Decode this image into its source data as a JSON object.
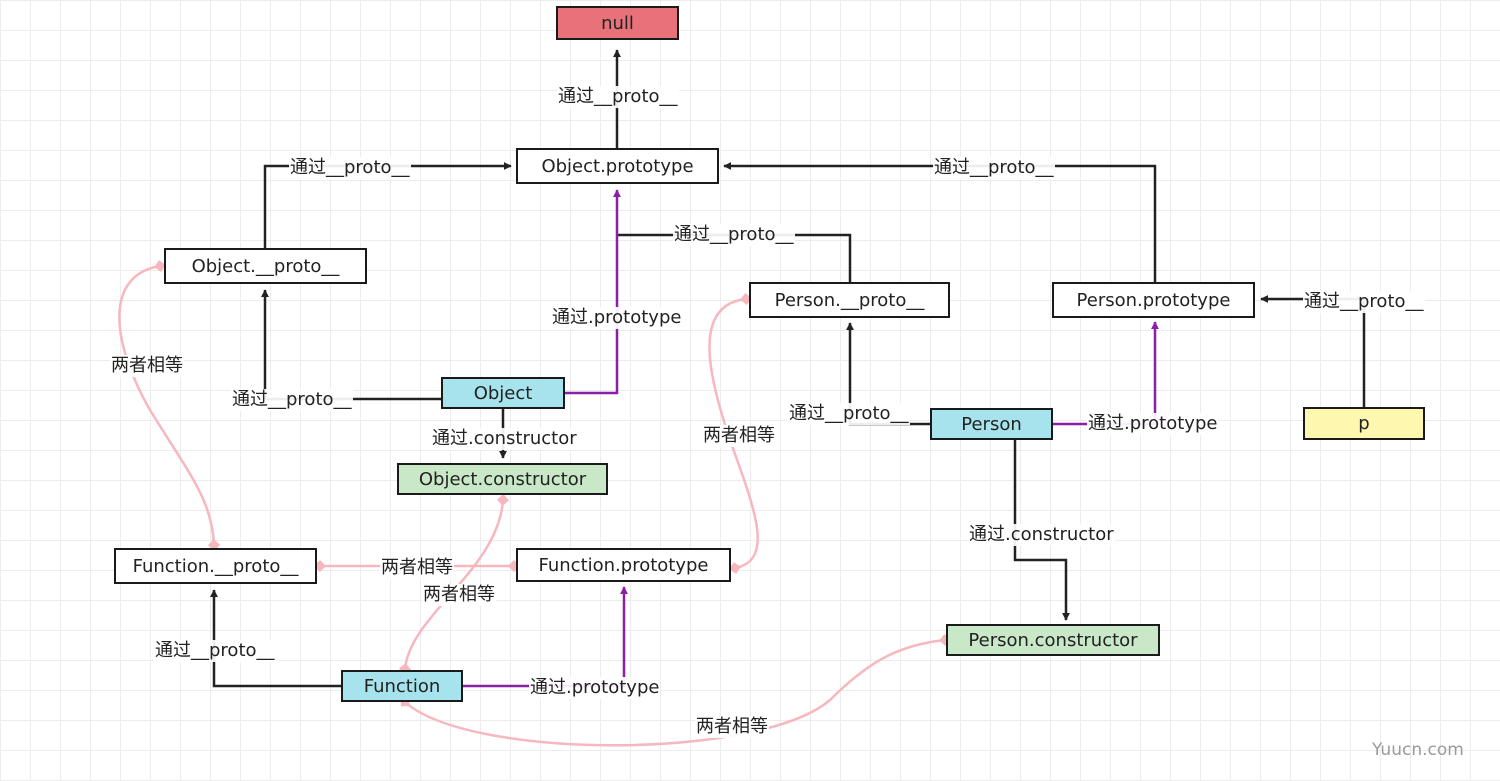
{
  "colors": {
    "null_fill": "#e8727a",
    "constructor_fn_fill": "#a7e3ec",
    "constructor_obj_fill": "#c9e8c8",
    "instance_fill": "#fdf7b0",
    "proto_line": "#222222",
    "prototype_line": "#8a1fa8",
    "equal_line": "#f7b7bf"
  },
  "nodes": {
    "null_node": "null",
    "object_prototype": "Object.prototype",
    "object_proto": "Object.__proto__",
    "person_proto": "Person.__proto__",
    "person_prototype": "Person.prototype",
    "object_fn": "Object",
    "object_constructor": "Object.constructor",
    "person_fn": "Person",
    "p_instance": "p",
    "function_proto": "Function.__proto__",
    "function_prototype": "Function.prototype",
    "person_constructor": "Person.constructor",
    "function_fn": "Function"
  },
  "edge_labels": {
    "via_proto": "通过__proto__",
    "via_prototype": "通过.prototype",
    "via_constructor": "通过.constructor",
    "both_equal": "两者相等"
  },
  "watermark": "Yuucn.com"
}
